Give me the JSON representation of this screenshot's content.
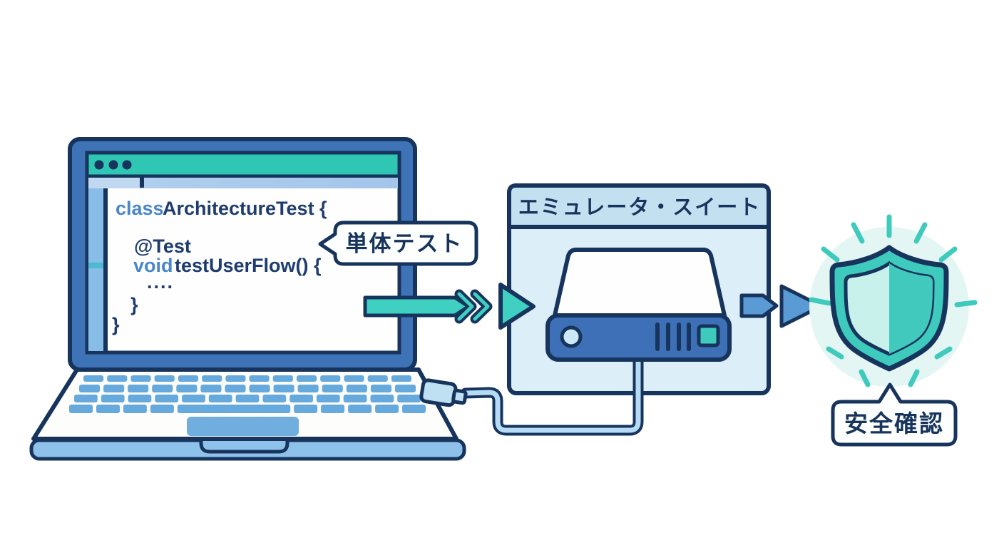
{
  "code_window": {
    "keyword_class": "class",
    "class_declaration": "ArchitectureTest {",
    "annotation": "@Test",
    "keyword_void": "void",
    "method_declaration": "testUserFlow() {",
    "method_body": "....",
    "method_close_brace": "}",
    "class_close_brace": "}"
  },
  "callouts": {
    "unit_test": "単体テスト",
    "safety_check": "安全確認"
  },
  "emulator_box": {
    "title": "エミュレータ・スイート"
  },
  "colors": {
    "navy": "#17345c",
    "laptop_blue": "#3e73b8",
    "titlebar_teal": "#2fc7b4",
    "key_blue": "#66a9dd",
    "arrow_teal": "#3fd0c2",
    "arrow_blue": "#5b9bd5",
    "box_body": "#dceef8",
    "box_header": "#c3e0f1",
    "device_blue": "#3d70b6",
    "device_square_teal": "#3fcabe",
    "shield_teal": "#3fcabe",
    "shield_inner_light": "#c9f1ec",
    "shield_inner_dark": "#41c9bd",
    "keyword_blue": "#4a86c8",
    "code_navy": "#1e3c6e",
    "cable_blue": "#b5dcf4"
  }
}
